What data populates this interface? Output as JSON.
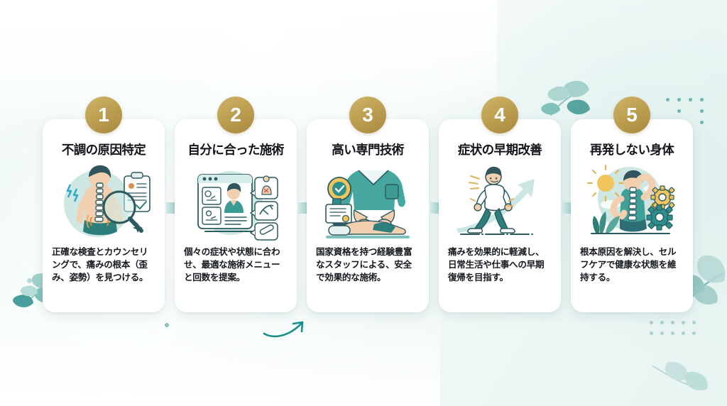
{
  "meta": {
    "title": "施術の流れ 5ステップ",
    "language": "ja"
  },
  "theme": {
    "badge_gold": "#bd9f51",
    "arrow_teal": "#13908c",
    "arrow_teal_light": "#cfe9e7",
    "card_bg": "#ffffff",
    "text_dark": "#111418",
    "bg_mint": "#e8f4f2",
    "leaf_teal": "#79b8b3",
    "dot_teal": "#2b8d8a"
  },
  "steps": [
    {
      "number": "1",
      "title": "不調の原因特定",
      "description": "正確な検査とカウンセリングで、痛みの根本（歪み、姿勢）を見つける。",
      "illustration": "spine-examination-magnifier-icon"
    },
    {
      "number": "2",
      "title": "自分に合った施術",
      "description": "個々の症状や状態に合わせ、最適な施術メニューと回数を提案。",
      "illustration": "treatment-menu-screen-icon"
    },
    {
      "number": "3",
      "title": "高い専門技術",
      "description": "国家資格を持つ経験豊富なスタッフによる、安全で効果的な施術。",
      "illustration": "certified-therapist-massage-icon"
    },
    {
      "number": "4",
      "title": "症状の早期改善",
      "description": "痛みを効果的に軽減し、日常生活や仕事への早期復帰を目指す。",
      "illustration": "walking-person-recovery-icon"
    },
    {
      "number": "5",
      "title": "再発しない身体",
      "description": "根本原因を解決し、セルフケアで健康な状態を維持する。",
      "illustration": "healthy-spine-sun-gears-icon"
    }
  ],
  "connectors": [
    {
      "name": "arrow-step-1-to-2"
    },
    {
      "name": "arrow-step-2-to-3"
    },
    {
      "name": "arrow-step-3-to-4"
    },
    {
      "name": "arrow-step-4-to-5"
    }
  ],
  "decorations": {
    "leaf_top_right": "leaf-sprig-icon",
    "leaf_bottom_left": "leaf-sprig-icon",
    "leaf_right": "leaf-frond-icon",
    "leaf_bottom_right": "leaf-frond-icon",
    "curved_arrow": "curved-arrow-icon",
    "dots_top_right": "dot-grid",
    "dots_bottom_right": "dot-grid"
  }
}
